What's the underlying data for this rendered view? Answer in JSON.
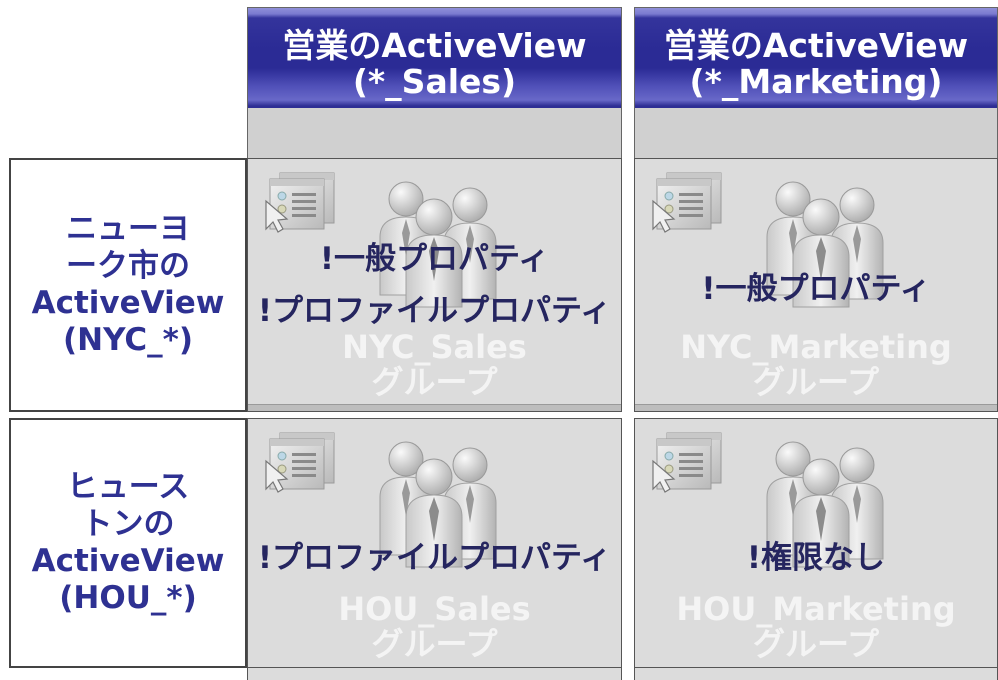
{
  "columns": [
    {
      "title_line1": "営業のActiveView",
      "title_line2": "(*_Sales)"
    },
    {
      "title_line1": "営業のActiveView",
      "title_line2": "(*_Marketing)"
    }
  ],
  "rows": [
    {
      "title_lines": [
        "ニューヨ",
        "ーク市の",
        "ActiveView",
        "(NYC_*)"
      ]
    },
    {
      "title_lines": [
        "ヒュース",
        "トンの",
        "ActiveView",
        "(HOU_*)"
      ]
    }
  ],
  "cells": {
    "nyc_sales": {
      "labels": [
        "!一般プロパティ",
        "!プロファイルプロパティ"
      ],
      "group_line1": "NYC_Sales",
      "group_line2": "グループ"
    },
    "nyc_marketing": {
      "labels": [
        "!一般プロパティ"
      ],
      "group_line1": "NYC_Marketing",
      "group_line2": "グループ"
    },
    "hou_sales": {
      "labels": [
        "!プロファイルプロパティ"
      ],
      "group_line1": "HOU_Sales",
      "group_line2": "グループ"
    },
    "hou_marketing": {
      "labels": [
        "!権限なし"
      ],
      "group_line1": "HOU_Marketing",
      "group_line2": "グループ"
    }
  },
  "icons": {
    "window": "window-properties-icon",
    "people": "user-group-icon"
  },
  "colors": {
    "header_band": "#2b2b95",
    "row_title_text": "#2e3192",
    "cell_label_text": "#25255f",
    "cell_background": "#dcdcdc"
  }
}
